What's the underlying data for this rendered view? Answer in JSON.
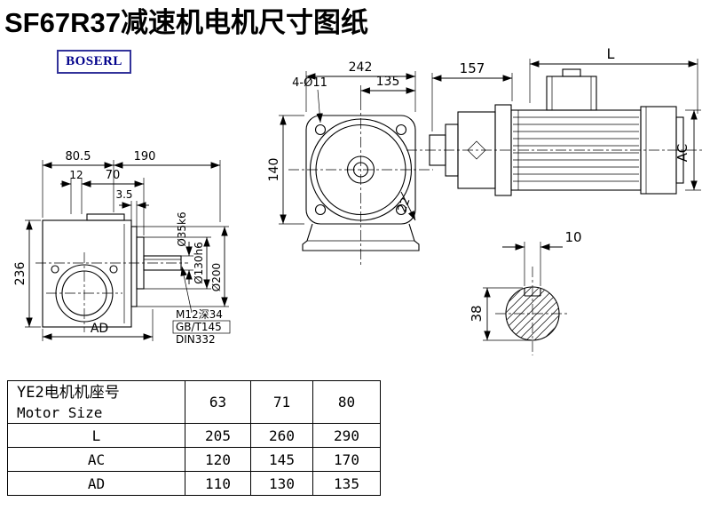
{
  "title": "SF67R37减速机电机尺寸图纸",
  "brand": "BOSERL",
  "colors": {
    "brand_text": "#00008B",
    "line": "#000000"
  },
  "dims": {
    "side": {
      "w1": "80.5",
      "w2": "190",
      "w3": "12",
      "w4": "70",
      "w5": "3.5",
      "h": "236",
      "ad": "AD",
      "shaft_dia": "Ø35k6",
      "spigot_dia": "Ø130h6",
      "flange_dia": "Ø200",
      "tap_line1": "M12深34",
      "tap_line2": "GB/T145",
      "tap_line3": "DIN332"
    },
    "front": {
      "w": "242",
      "wc": "135",
      "holes": "4-Ø11",
      "h": "140",
      "edge": "22"
    },
    "motor": {
      "input_len": "157",
      "len": "L",
      "ac": "AC"
    },
    "section": {
      "key_w": "10",
      "dia": "38"
    }
  },
  "table": {
    "header_cn": "YE2电机机座号",
    "header_en": "Motor Size",
    "sizes": [
      "63",
      "71",
      "80"
    ],
    "rows": [
      {
        "label": "L",
        "values": [
          "205",
          "260",
          "290"
        ]
      },
      {
        "label": "AC",
        "values": [
          "120",
          "145",
          "170"
        ]
      },
      {
        "label": "AD",
        "values": [
          "110",
          "130",
          "135"
        ]
      }
    ]
  }
}
